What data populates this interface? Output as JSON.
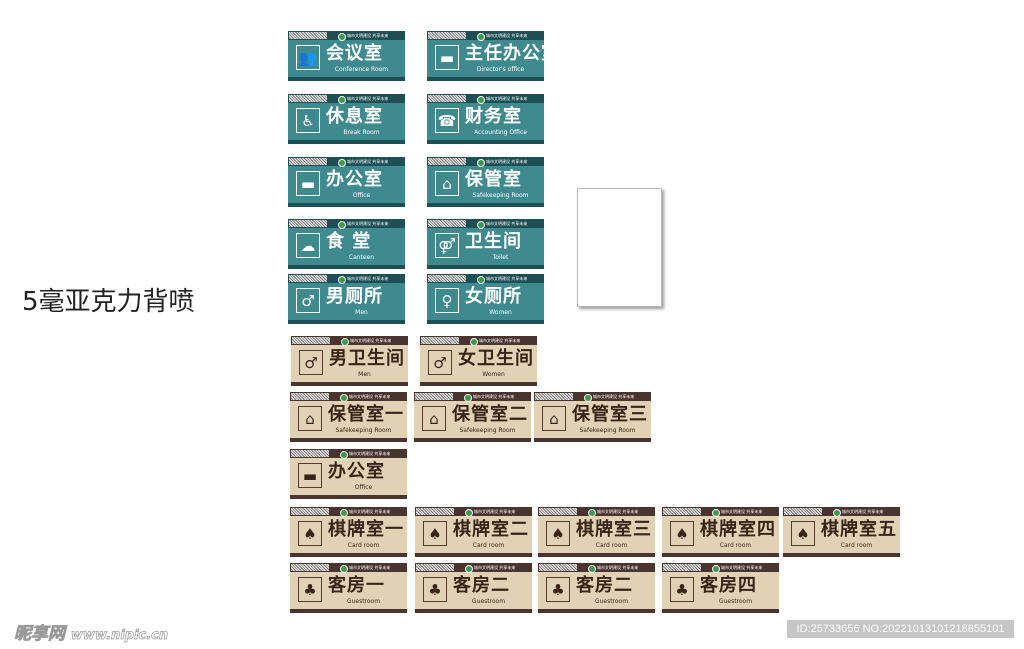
{
  "caption": "5毫亚克力背喷",
  "watermark": {
    "brand": "昵享网",
    "site": "www.nipic.cn"
  },
  "id_text": "ID:25733656 NO:20221013101218855101",
  "sign_strip_text": "城市文明建设 共享未来",
  "colors": {
    "teal": "#3f8a8e",
    "teal_dark": "#1d4f55",
    "tan": "#e2d2b5",
    "brown": "#4a3430"
  },
  "signs": [
    {
      "title": "会议室",
      "sub": "Conference Room",
      "icon": "meeting-icon",
      "theme": "teal"
    },
    {
      "title": "主任办公室",
      "sub": "Director's office",
      "icon": "desk-icon",
      "theme": "teal"
    },
    {
      "title": "休息室",
      "sub": "Break Room",
      "icon": "seat-icon",
      "theme": "teal"
    },
    {
      "title": "财务室",
      "sub": "Accounting Office",
      "icon": "accountant-icon",
      "theme": "teal"
    },
    {
      "title": "办公室",
      "sub": "Office",
      "icon": "desk-icon",
      "theme": "teal"
    },
    {
      "title": "保管室",
      "sub": "Safekeeping Room",
      "icon": "house-icon",
      "theme": "teal"
    },
    {
      "title": "食 堂",
      "sub": "Canteen",
      "icon": "chef-hat-icon",
      "theme": "teal"
    },
    {
      "title": "卫生间",
      "sub": "Toilet",
      "icon": "toilet-icon",
      "theme": "teal"
    },
    {
      "title": "男厕所",
      "sub": "Men",
      "icon": "man-icon",
      "theme": "teal"
    },
    {
      "title": "女厕所",
      "sub": "Women",
      "icon": "woman-icon",
      "theme": "teal"
    },
    {
      "title": "男卫生间",
      "sub": "Men",
      "icon": "man-icon",
      "theme": "tan"
    },
    {
      "title": "女卫生间",
      "sub": "Women",
      "icon": "man-icon",
      "theme": "tan"
    },
    {
      "title": "保管室一",
      "sub": "Safekeeping Room",
      "icon": "house-icon",
      "theme": "tan"
    },
    {
      "title": "保管室二",
      "sub": "Safekeeping Room",
      "icon": "house-icon",
      "theme": "tan"
    },
    {
      "title": "保管室三",
      "sub": "Safekeeping Room",
      "icon": "house-icon",
      "theme": "tan"
    },
    {
      "title": "办公室",
      "sub": "Office",
      "icon": "desk-icon",
      "theme": "tan"
    },
    {
      "title": "棋牌室一",
      "sub": "Card room",
      "icon": "cards-icon",
      "theme": "tan"
    },
    {
      "title": "棋牌室二",
      "sub": "Card room",
      "icon": "cards-icon",
      "theme": "tan"
    },
    {
      "title": "棋牌室三",
      "sub": "Card room",
      "icon": "cards-icon",
      "theme": "tan"
    },
    {
      "title": "棋牌室四",
      "sub": "Card room",
      "icon": "cards-icon",
      "theme": "tan"
    },
    {
      "title": "棋牌室五",
      "sub": "Card room",
      "icon": "cards-icon",
      "theme": "tan"
    },
    {
      "title": "客房一",
      "sub": "Guestroom",
      "icon": "guest-icon",
      "theme": "tan"
    },
    {
      "title": "客房二",
      "sub": "Guestroom",
      "icon": "guest-icon",
      "theme": "tan"
    },
    {
      "title": "客房二",
      "sub": "Guestroom",
      "icon": "guest-icon",
      "theme": "tan"
    },
    {
      "title": "客房四",
      "sub": "Guestroom",
      "icon": "guest-icon",
      "theme": "tan"
    }
  ]
}
